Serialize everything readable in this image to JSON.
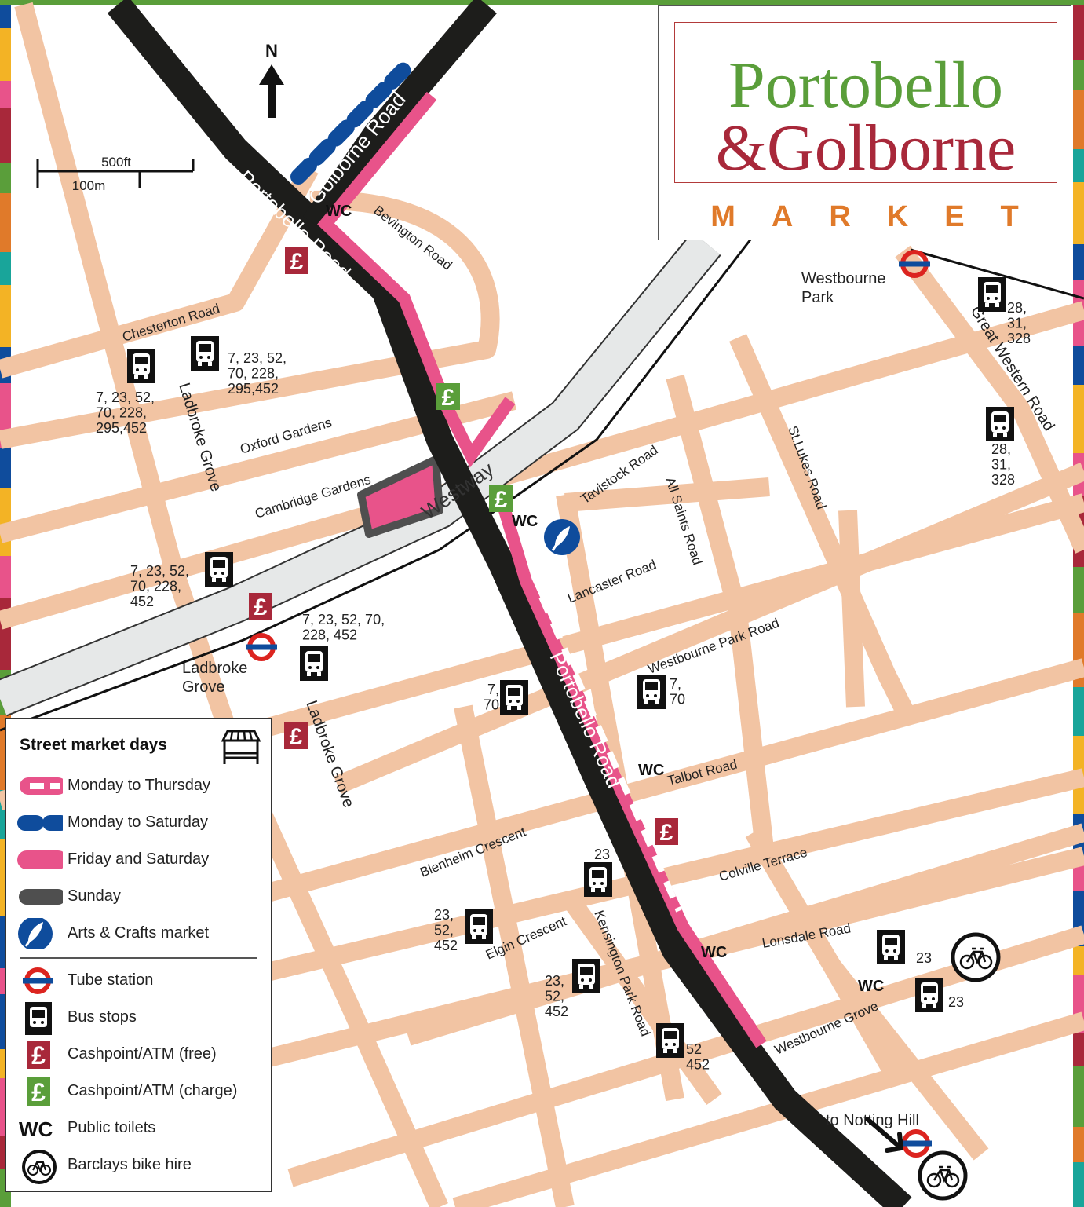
{
  "title": {
    "line1": "Portobello",
    "line2": "&Golborne",
    "market": "MARKET",
    "colors": {
      "green": "#5a9e3a",
      "red": "#a8283a",
      "orange": "#e07a2a"
    }
  },
  "compass": "N",
  "scale": {
    "ft": "500ft",
    "m": "100m"
  },
  "colors": {
    "road": "#f2c4a3",
    "westway": "#e6e8e8",
    "portobello": "#1d1d1b",
    "market_pink": "#e8538a",
    "blue": "#0f4c9c",
    "sunday": "#4f4f4f",
    "cash_free": "#a8283a",
    "cash_charge": "#5a9e3a",
    "tube_red": "#dc241f"
  },
  "streets": {
    "golborne": "Golborne Road",
    "portobello_n": "Portobello Road",
    "portobello_s": "Portobello Road",
    "bevington": "Bevington Road",
    "chesterton": "Chesterton Road",
    "oxford": "Oxford Gardens",
    "cambridge": "Cambridge Gardens",
    "westway": "Westway",
    "ladbroke_n": "Ladbroke Grove",
    "ladbroke_s": "Ladbroke Grove",
    "tavistock": "Tavistock Road",
    "all_saints": "All Saints Road",
    "st_lukes": "St.Lukes Road",
    "lancaster": "Lancaster Road",
    "westbourne_park_road": "Westbourne Park Road",
    "great_western": "Great Western Road",
    "talbot": "Talbot Road",
    "blenheim": "Blenheim Crescent",
    "colville": "Colville Terrace",
    "elgin": "Elgin Crescent",
    "kensington_park": "Kensington Park Road",
    "lonsdale": "Lonsdale Road",
    "westbourne_grove": "Westbourne Grove"
  },
  "places": {
    "westbourne_park_1": "Westbourne",
    "westbourne_park_2": "Park",
    "ladbroke_1": "Ladbroke",
    "ladbroke_2": "Grove",
    "notting_hill": "to Notting Hill"
  },
  "wc": "WC",
  "bus_labels": {
    "b1": [
      "7, 23, 52,",
      "70, 228,",
      "295,452"
    ],
    "b2": [
      "7, 23, 52,",
      "70, 228,",
      "295,452"
    ],
    "b3": [
      "7, 23, 52,",
      "70, 228,",
      "452"
    ],
    "b4": [
      "7, 23, 52, 70,",
      "228, 452"
    ],
    "b5": [
      "7,",
      "70"
    ],
    "b6": [
      "7,",
      "70"
    ],
    "b7": [
      "23"
    ],
    "b8": [
      "23,",
      "52,",
      "452"
    ],
    "b9": [
      "23,",
      "52,",
      "452"
    ],
    "b10": [
      "52",
      "452"
    ],
    "b11": [
      "23"
    ],
    "b12": [
      "23"
    ],
    "b13": [
      "28,",
      "31,",
      "328"
    ],
    "b14": [
      "28,",
      "31,",
      "328"
    ]
  },
  "legend": {
    "title": "Street market days",
    "items": [
      {
        "label": "Monday to Thursday",
        "symbol": "pink-dashed"
      },
      {
        "label": "Monday to Saturday",
        "symbol": "blue-dashed"
      },
      {
        "label": "Friday and Saturday",
        "symbol": "pink-solid"
      },
      {
        "label": "Sunday",
        "symbol": "grey-solid"
      },
      {
        "label": "Arts & Crafts market",
        "symbol": "arts-icon"
      },
      {
        "label": "Tube station",
        "symbol": "tube-icon"
      },
      {
        "label": "Bus stops",
        "symbol": "bus-icon"
      },
      {
        "label": "Cashpoint/ATM (free)",
        "symbol": "cash-free-icon"
      },
      {
        "label": "Cashpoint/ATM (charge)",
        "symbol": "cash-charge-icon"
      },
      {
        "label": "Public toilets",
        "symbol": "wc-icon"
      },
      {
        "label": "Barclays bike hire",
        "symbol": "bike-icon"
      }
    ]
  }
}
